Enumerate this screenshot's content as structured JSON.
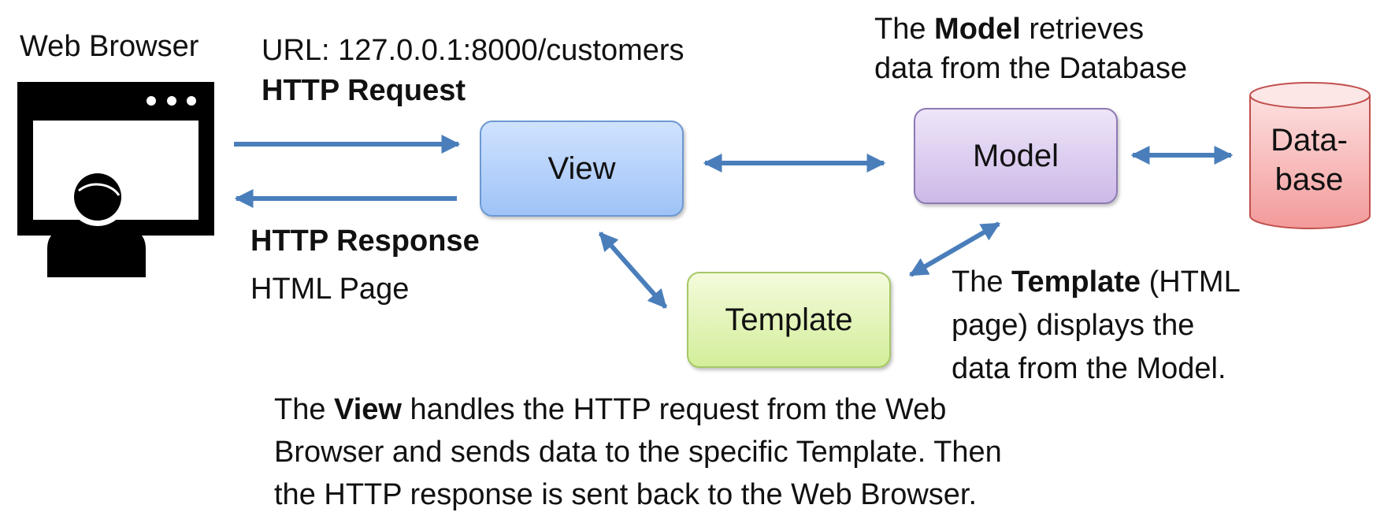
{
  "browser": {
    "label": "Web Browser"
  },
  "request": {
    "url": "URL: 127.0.0.1:8000/customers",
    "label": "HTTP Request"
  },
  "response": {
    "label": "HTTP Response",
    "sub": "HTML Page"
  },
  "nodes": {
    "view": "View",
    "model": "Model",
    "template": "Template",
    "database": [
      "Data-",
      "base"
    ]
  },
  "model_note": {
    "pre": "The ",
    "bold": "Model",
    "post": " retrieves",
    "line2": "data from the Database"
  },
  "template_note": {
    "pre": "The ",
    "bold": "Template",
    "post": " (HTML",
    "line2": "page) displays the",
    "line3": "data from the Model."
  },
  "view_note": {
    "pre": "The ",
    "bold": "View",
    "post": " handles the HTTP request from the Web",
    "line2": "Browser and sends data to the specific Template. Then",
    "line3": "the HTTP response is sent back to the Web Browser."
  },
  "colors": {
    "arrow": "#4a7ebb",
    "view": "#b3d1fb",
    "model": "#ddd0f0",
    "template": "#e2f5b6",
    "database": "#f7a5a5"
  }
}
